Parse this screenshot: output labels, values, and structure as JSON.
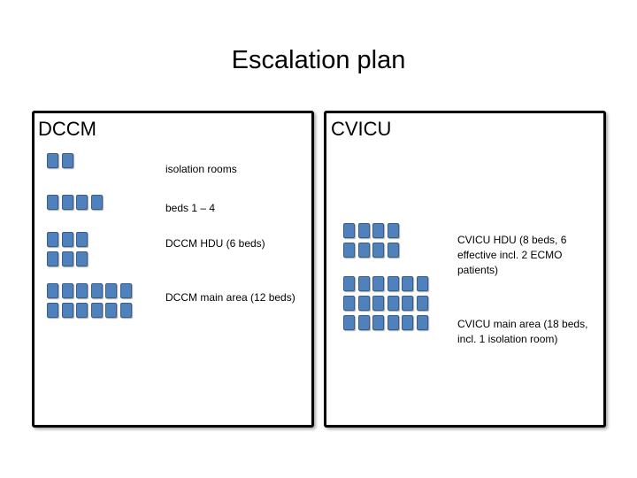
{
  "title": "Escalation plan",
  "dccm": {
    "heading": "DCCM",
    "areas": [
      {
        "label": "isolation rooms",
        "rows": [
          2
        ]
      },
      {
        "label": "beds 1 – 4",
        "rows": [
          4
        ]
      },
      {
        "label": "DCCM HDU (6 beds)",
        "rows": [
          3,
          3
        ]
      },
      {
        "label": "DCCM main area (12 beds)",
        "rows": [
          6,
          6
        ]
      }
    ]
  },
  "cvicu": {
    "heading": "CVICU",
    "areas": [
      {
        "label": "CVICU HDU (8 beds, 6 effective incl. 2 ECMO patients)",
        "rows": [
          4,
          4
        ]
      },
      {
        "label": "CVICU main area (18 beds, incl. 1 isolation room)",
        "rows": [
          6,
          6,
          6
        ]
      }
    ]
  },
  "colors": {
    "bed_fill": "#4f81bd",
    "bed_border": "#385d8a",
    "panel_border": "#000000"
  }
}
